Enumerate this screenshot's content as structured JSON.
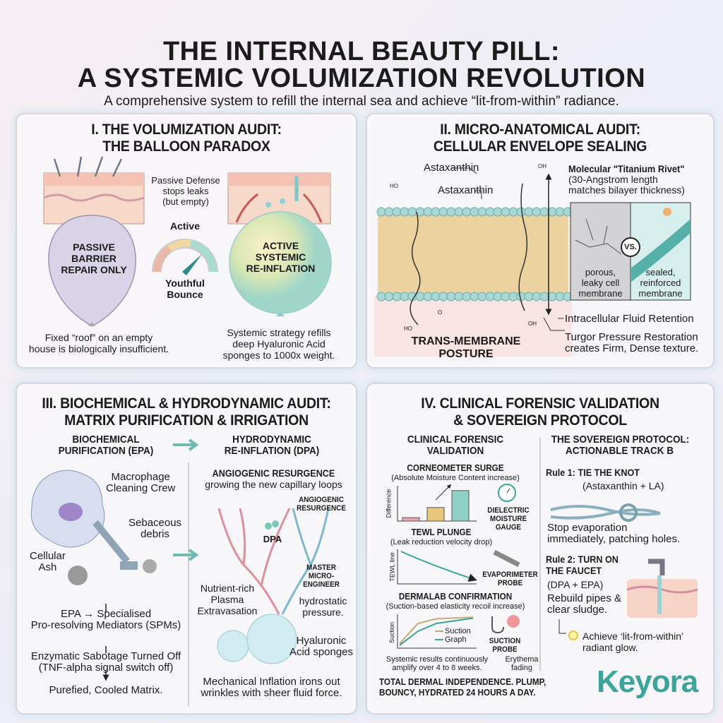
{
  "header": {
    "title_line1": "THE INTERNAL BEAUTY PILL:",
    "title_line2": "A SYSTEMIC VOLUMIZATION REVOLUTION",
    "subtitle": "A comprehensive system to refill the internal sea and achieve “lit-from-within” radiance."
  },
  "panel1": {
    "heading_line1": "I. THE VOLUMIZATION AUDIT:",
    "heading_line2": "THE BALLOON PARADOX",
    "passive_defense": [
      "Passive Defense",
      "stops leaks",
      "(but empty)"
    ],
    "gauge_top": "Active",
    "gauge_bottom": [
      "Youthful",
      "Bounce"
    ],
    "gauge_level": 0.8,
    "left_balloon": [
      "PASSIVE",
      "BARRIER",
      "REPAIR ONLY"
    ],
    "right_balloon": [
      "ACTIVE",
      "SYSTEMIC",
      "RE-INFLATION"
    ],
    "left_caption": [
      "Fixed “roof” on an empty",
      "house is biologically insufficient."
    ],
    "right_caption": [
      "Systemic strategy refills",
      "deep Hyaluronic Acid",
      "sponges to 1000x weight."
    ]
  },
  "panel2": {
    "heading_line1": "II. MICRO-ANATOMICAL AUDIT:",
    "heading_line2": "CELLULAR ENVELOPE SEALING",
    "astaxanthin_1": "Astaxanthin",
    "astaxanthin_2": "Astaxanthin",
    "rivet": [
      "Molecular \"Titanium Rivet\"",
      "(30-Angstrom length",
      "matches bilayer thickness)"
    ],
    "vs": "VS.",
    "porous": [
      "porous,",
      "leaky cell",
      "membrane"
    ],
    "sealed": [
      "sealed,",
      "reinforced",
      "membrane"
    ],
    "fluid_retention": "Intracellular Fluid Retention",
    "turgor": [
      "Turgor Pressure Restoration",
      "creates Firm, Dense texture."
    ],
    "posture": [
      "TRANS-MEMBRANE",
      "POSTURE"
    ],
    "mol_labels": [
      "HO",
      "OH",
      "O",
      "HO",
      "OH"
    ]
  },
  "panel3": {
    "heading_line1": "III. BIOCHEMICAL & HYDRODYNAMIC AUDIT:",
    "heading_line2": "MATRIX PURIFICATION & IRRIGATION",
    "left_header": [
      "BIOCHEMICAL",
      "PURIFICATION (EPA)"
    ],
    "right_header": [
      "HYDRODYNAMIC",
      "RE-INFLATION (DPA)"
    ],
    "macrophage": [
      "Macrophage",
      "Cleaning Crew"
    ],
    "sebaceous": [
      "Sebaceous",
      "debris"
    ],
    "cellular_ash": [
      "Cellular",
      "Ash"
    ],
    "epa_step": [
      "EPA → Specialised",
      "Pro-resolving Mediators (SPMs)"
    ],
    "enzymatic_step": [
      "Enzymatic Sabotage Turned Off",
      "(TNF-alpha signal switch off)"
    ],
    "purified_step": "Purefied, Cooled Matrix.",
    "angiogenic_title": "ANGIOGENIC RESURGENCE",
    "angiogenic_sub": "growing the new capillary loops",
    "angiogenic_label": [
      "ANGIOGENIC",
      "RESURGENCE"
    ],
    "dpa": "DPA",
    "master": [
      "MASTER",
      "MICRO-",
      "ENGINEER"
    ],
    "hydrostatic": [
      "hydrostatic",
      "pressure."
    ],
    "nutrient": [
      "Nutrient-rich",
      "Plasma",
      "Extravasation"
    ],
    "ha_sponges": [
      "Hyaluronic",
      "Acid sponges"
    ],
    "mechanical": [
      "Mechanical Inflation irons out",
      "wrinkles with sheer fluid force."
    ]
  },
  "panel4": {
    "heading_line1": "IV. CLINICAL FORENSIC VALIDATION",
    "heading_line2": "& SOVEREIGN PROTOCOL",
    "left_header": [
      "CLINICAL FORENSIC",
      "VALIDATION"
    ],
    "corneometer": "CORNEOMETER SURGE",
    "corneometer_sub": "(Absolute Moisture Content increase)",
    "corneometer_ylabel": "Difference",
    "dielectric": [
      "DIELECTRIC",
      "MOISTURE",
      "GAUGE"
    ],
    "tewl": "TEWL PLUNGE",
    "tewl_sub": "(Leak reduction velocity drop)",
    "tewl_ylabel": "TEWL line",
    "evaporimeter": [
      "EVAPORIMETER",
      "PROBE"
    ],
    "dermalab": "DERMALAB CONFIRMATION",
    "dermalab_sub": "(Suction-based elasticity recoil increase)",
    "suction_ylabel": "Suction",
    "legend": [
      "Suction",
      "Graph"
    ],
    "suction_probe": [
      "SUCTION",
      "PROBE"
    ],
    "systemic": [
      "Systemic results continuously",
      "amplify over 4 to 8 weeks."
    ],
    "erythema": [
      "Erythema",
      "fading"
    ],
    "total": [
      "TOTAL DERMAL INDEPENDENCE. PLUMP,",
      "BOUNCY, HYDRATED 24 HOURS A DAY."
    ],
    "right_header": [
      "THE SOVEREIGN PROTOCOL:",
      "ACTIONABLE TRACK B"
    ],
    "rule1": "Rule 1: TIE THE KNOT",
    "rule1_sub": "(Astaxanthin + LA)",
    "rule1_text": [
      "Stop evaporation",
      "immediately, patching holes."
    ],
    "rule2": [
      "Rule 2: TURN ON",
      "THE FAUCET"
    ],
    "rule2_sub": "(DPA + EPA)",
    "rule2_text": [
      "Rebuild pipes &",
      "clear sludge."
    ],
    "achieve": [
      "Achieve ‘lit-from-within’",
      "radiant glow."
    ],
    "logo": "Keyora",
    "colors": {
      "accent": "#3aa59a",
      "pink": "#e9a6b0",
      "yellow": "#e8c77a",
      "teal": "#8fd0c4"
    }
  },
  "chart_data": [
    {
      "type": "bar",
      "title": "CORNEOMETER SURGE",
      "ylabel": "Difference",
      "categories": [
        "1",
        "2",
        "3"
      ],
      "values": [
        0.1,
        0.4,
        0.9
      ],
      "ylim": [
        0,
        1
      ]
    },
    {
      "type": "line",
      "title": "TEWL PLUNGE",
      "ylabel": "TEWL line",
      "x": [
        0,
        1
      ],
      "values": [
        1,
        0.15
      ],
      "ylim": [
        0,
        1
      ]
    },
    {
      "type": "line",
      "title": "DERMALAB CONFIRMATION",
      "ylabel": "Suction",
      "series": [
        {
          "name": "Suction",
          "x": [
            0,
            0.25,
            0.5,
            1
          ],
          "values": [
            0.1,
            0.75,
            0.9,
            0.95
          ]
        },
        {
          "name": "Graph",
          "x": [
            0,
            0.25,
            0.5,
            1
          ],
          "values": [
            0.05,
            0.5,
            0.75,
            0.92
          ]
        }
      ],
      "ylim": [
        0,
        1
      ]
    }
  ]
}
